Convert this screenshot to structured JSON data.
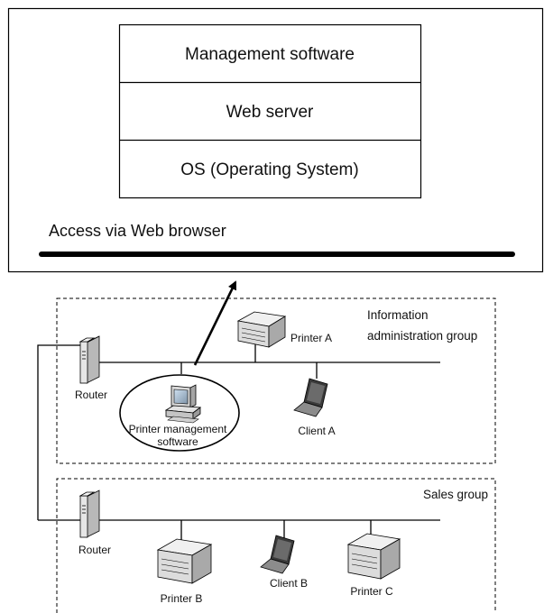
{
  "server_stack": {
    "layers": [
      {
        "label": "Management software"
      },
      {
        "label": "Web server"
      },
      {
        "label": "OS (Operating System)"
      }
    ],
    "access_label": "Access via Web browser"
  },
  "groups": {
    "info": {
      "title_line1": "Information",
      "title_line2": "administration group"
    },
    "sales": {
      "title": "Sales group"
    }
  },
  "devices": {
    "router_top": "Router",
    "router_bottom": "Router",
    "printer_a": "Printer A",
    "printer_b": "Printer B",
    "printer_c": "Printer C",
    "client_a": "Client A",
    "client_b": "Client B",
    "pms_line1": "Printer management",
    "pms_line2": "software"
  }
}
